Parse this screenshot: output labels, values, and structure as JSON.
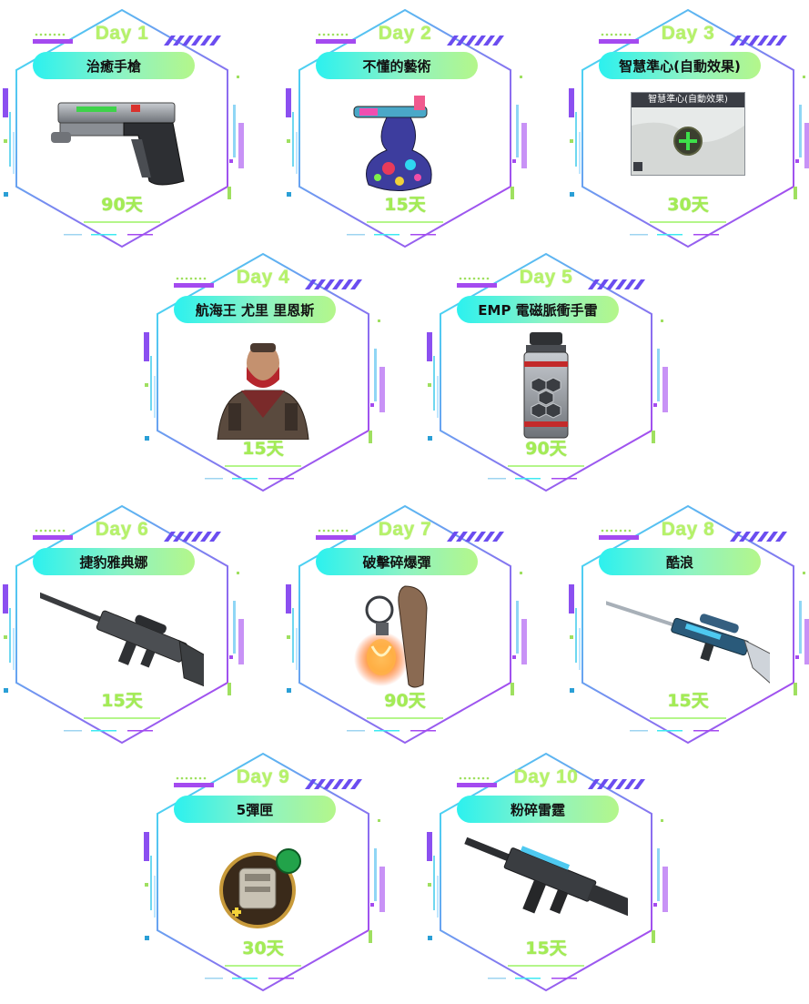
{
  "rewards": [
    {
      "day": "Day 1",
      "name": "治癒手槍",
      "duration": "90天",
      "icon": "pistol-icon"
    },
    {
      "day": "Day 2",
      "name": "不懂的藝術",
      "duration": "15天",
      "icon": "art-gun-icon"
    },
    {
      "day": "Day 3",
      "name": "智慧準心(自動效果)",
      "duration": "30天",
      "icon": "crosshair-icon",
      "panel_title": "智慧準心(自動效果)"
    },
    {
      "day": "Day 4",
      "name": "航海王 尤里 里恩斯",
      "duration": "15天",
      "icon": "character-icon"
    },
    {
      "day": "Day 5",
      "name": "EMP 電磁脈衝手雷",
      "duration": "90天",
      "icon": "emp-grenade-icon"
    },
    {
      "day": "Day 6",
      "name": "捷豹雅典娜",
      "duration": "15天",
      "icon": "sniper-rifle-icon"
    },
    {
      "day": "Day 7",
      "name": "破擊碎爆彈",
      "duration": "90天",
      "icon": "grenade-icon"
    },
    {
      "day": "Day 8",
      "name": "酷浪",
      "duration": "15天",
      "icon": "blue-sniper-icon"
    },
    {
      "day": "Day 9",
      "name": "5彈匣",
      "duration": "30天",
      "icon": "magazine-icon"
    },
    {
      "day": "Day 10",
      "name": "粉碎雷霆",
      "duration": "15天",
      "icon": "assault-rifle-icon"
    }
  ],
  "colors": {
    "frame_cyan": "#38e8f0",
    "frame_purple": "#a23df0",
    "pill_start": "#2cf1ef",
    "pill_end": "#b4f68a",
    "text_green": "#a3ec55"
  }
}
